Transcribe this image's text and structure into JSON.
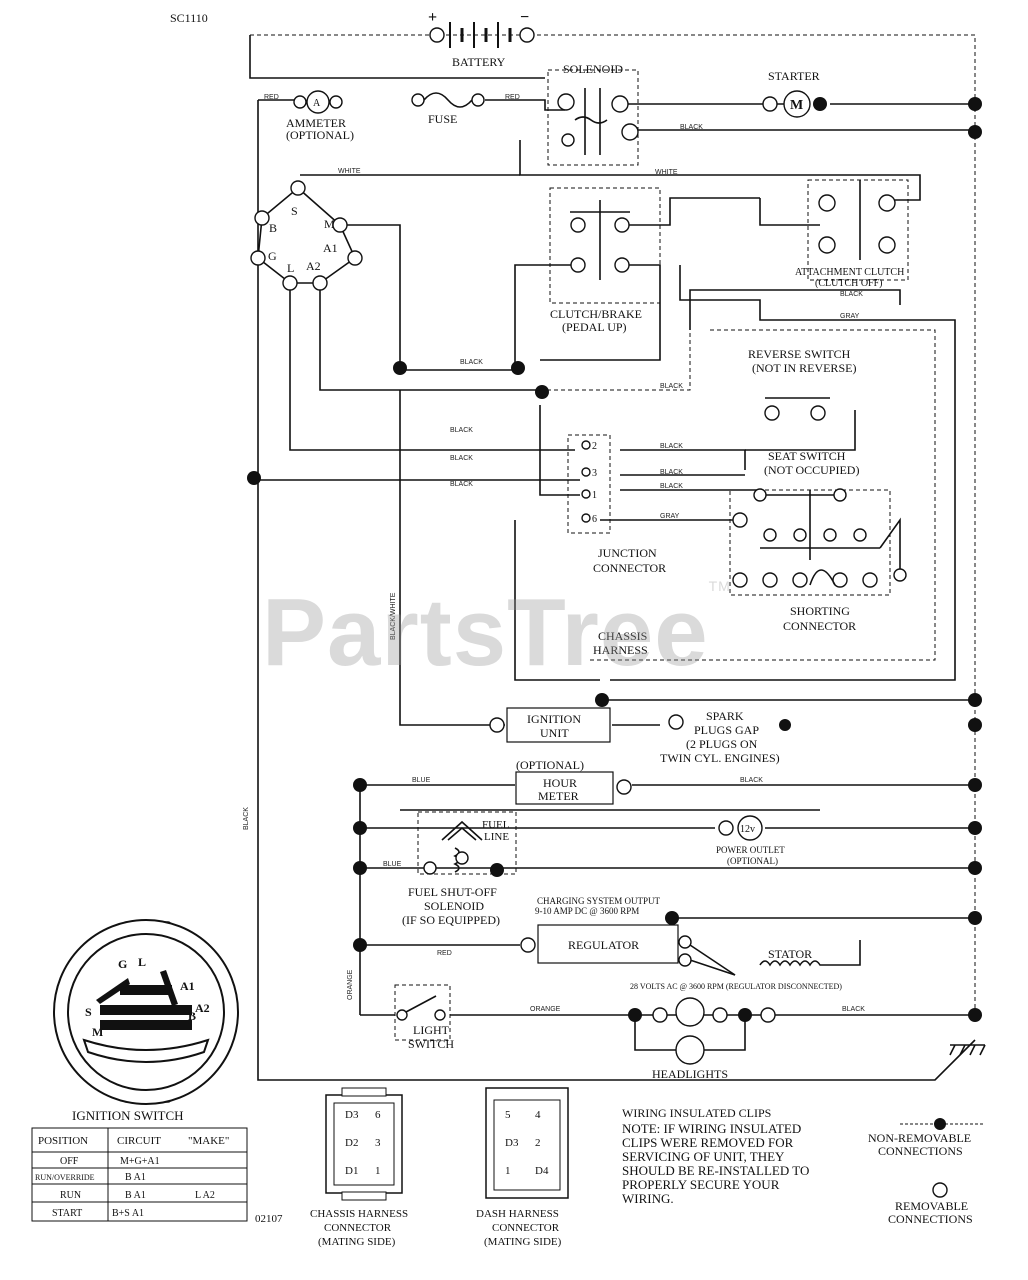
{
  "doc_id": "SC1110",
  "drawing_no": "02107",
  "watermark": "PartsTree",
  "watermark_tm": "TM",
  "battery": {
    "label": "BATTERY",
    "plus": "+",
    "minus": "−"
  },
  "solenoid": {
    "label": "SOLENOID"
  },
  "starter": {
    "label": "STARTER",
    "symbol": "M"
  },
  "fuse": {
    "label": "FUSE"
  },
  "ammeter": {
    "label1": "AMMETER",
    "label2": "(OPTIONAL)",
    "symbol": "A"
  },
  "ign_terminals": {
    "s": "S",
    "m": "M",
    "b": "B",
    "g": "G",
    "l": "L",
    "a1": "A1",
    "a2": "A2"
  },
  "clutch_brake": {
    "label1": "CLUTCH/BRAKE",
    "label2": "(PEDAL UP)"
  },
  "attachment_clutch": {
    "label1": "ATTACHMENT CLUTCH",
    "label2": "(CLUTCH OFF)"
  },
  "reverse_switch": {
    "label1": "REVERSE SWITCH",
    "label2": "(NOT IN REVERSE)"
  },
  "seat_switch": {
    "label1": "SEAT SWITCH",
    "label2": "(NOT OCCUPIED)"
  },
  "junction": {
    "label1": "JUNCTION",
    "label2": "CONNECTOR",
    "pins": [
      "2",
      "3",
      "1",
      "6"
    ]
  },
  "shorting": {
    "label1": "SHORTING",
    "label2": "CONNECTOR"
  },
  "chassis_harness": {
    "label1": "CHASSIS",
    "label2": "HARNESS"
  },
  "ignition_unit": {
    "label1": "IGNITION",
    "label2": "UNIT"
  },
  "spark": {
    "l1": "SPARK",
    "l2": "PLUGS GAP",
    "l3": "(2 PLUGS ON",
    "l4": "TWIN CYL. ENGINES)"
  },
  "hour_meter": {
    "opt": "(OPTIONAL)",
    "l1": "HOUR",
    "l2": "METER"
  },
  "fuel_line": {
    "l1": "FUEL",
    "l2": "LINE"
  },
  "power_outlet": {
    "symbol": "12v",
    "l1": "POWER OUTLET",
    "l2": "(OPTIONAL)"
  },
  "fuel_solenoid": {
    "l1": "FUEL SHUT-OFF",
    "l2": "SOLENOID",
    "l3": "(IF SO EQUIPPED)"
  },
  "charging": {
    "l1": "CHARGING SYSTEM OUTPUT",
    "l2": "9-10 AMP DC @ 3600 RPM"
  },
  "regulator": {
    "label": "REGULATOR"
  },
  "stator": {
    "label": "STATOR"
  },
  "ac_note": "28 VOLTS AC @ 3600 RPM (REGULATOR DISCONNECTED)",
  "light_switch": {
    "l1": "LIGHT",
    "l2": "SWITCH"
  },
  "headlights": {
    "label": "HEADLIGHTS"
  },
  "wire_colors": {
    "red": "RED",
    "white": "WHITE",
    "black": "BLACK",
    "gray": "GRAY",
    "blue": "BLUE",
    "orange": "ORANGE",
    "black_white": "BLACK/WHITE"
  },
  "ignition_switch": {
    "title": "IGNITION SWITCH",
    "face": {
      "g": "G",
      "l": "L",
      "a1": "A1",
      "a2": "A2",
      "s": "S",
      "b": "B",
      "m": "M"
    },
    "table": {
      "headers": [
        "POSITION",
        "CIRCUIT",
        "\"MAKE\""
      ],
      "rows": [
        [
          "OFF",
          "M+G+A1",
          ""
        ],
        [
          "RUN/OVERRIDE",
          "B A1",
          ""
        ],
        [
          "RUN",
          "B A1",
          "L A2"
        ],
        [
          "START",
          "B+S A1",
          ""
        ]
      ]
    }
  },
  "chassis_conn": {
    "l1": "CHASSIS HARNESS",
    "l2": "CONNECTOR",
    "l3": "(MATING SIDE)",
    "pins": [
      "D3",
      "6",
      "3",
      "D2",
      "D1",
      "1"
    ]
  },
  "dash_conn": {
    "l1": "DASH HARNESS",
    "l2": "CONNECTOR",
    "l3": "(MATING SIDE)",
    "pins": [
      "5",
      "4",
      "D3",
      "2",
      "1",
      "D4"
    ]
  },
  "note": {
    "title": "WIRING INSULATED CLIPS",
    "l1": "NOTE: IF WIRING INSULATED",
    "l2": "CLIPS WERE REMOVED FOR",
    "l3": "SERVICING OF UNIT, THEY",
    "l4": "SHOULD BE RE-INSTALLED TO",
    "l5": "PROPERLY SECURE YOUR",
    "l6": "WIRING."
  },
  "legend": {
    "non_removable1": "NON-REMOVABLE",
    "non_removable2": "CONNECTIONS",
    "removable1": "REMOVABLE",
    "removable2": "CONNECTIONS"
  }
}
